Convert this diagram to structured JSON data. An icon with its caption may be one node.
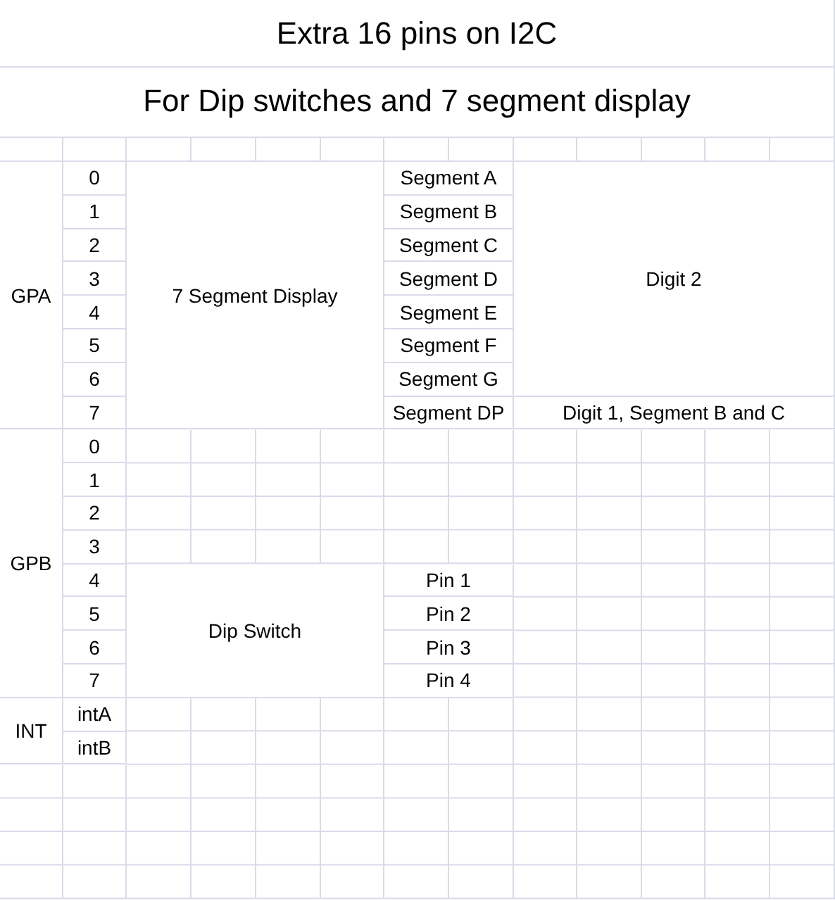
{
  "diagram": {
    "title": "Extra 16 pins on I2C",
    "labels": [
      "For Dip switches and 7 segment display",
      "GPA",
      "0",
      "7 Segment Display",
      "Segment A",
      "Digit 2",
      "1",
      "Segment B",
      "2",
      "Segment C",
      "3",
      "Segment D",
      "4",
      "Segment E",
      "5",
      "Segment F",
      "6",
      "Segment G",
      "7",
      "Segment DP",
      "Digit 1, Segment B and C",
      "GPB",
      "0",
      "1",
      "2",
      "3",
      "4",
      "Dip Switch",
      "Pin 1",
      "5",
      "Pin 2",
      "6",
      "Pin 3",
      "7",
      "Pin 4",
      "INT",
      "intA",
      "intB"
    ]
  }
}
